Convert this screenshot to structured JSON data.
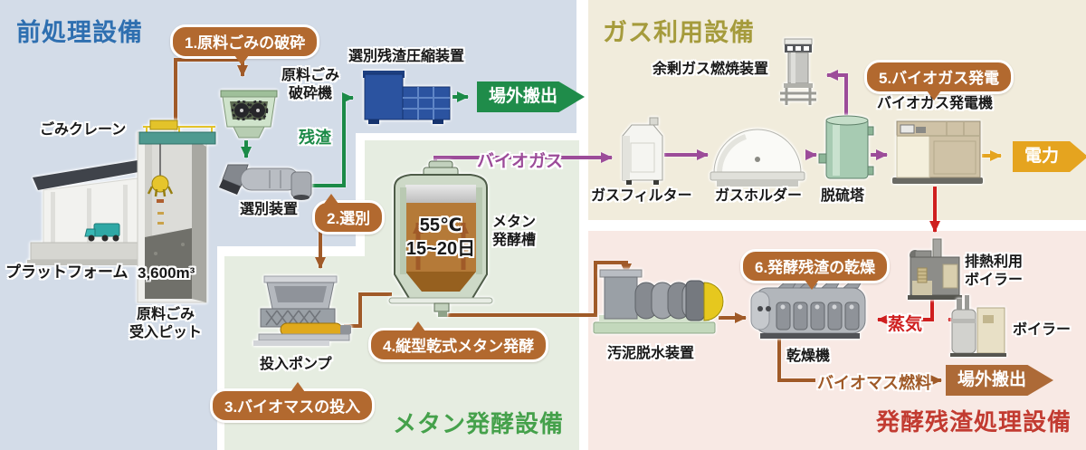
{
  "titles": {
    "pretreatment": "前処理設備",
    "gas_use": "ガス利用設備",
    "methane": "メタン発酵設備",
    "residue": "発酵残渣処理設備"
  },
  "steps": {
    "s1": "1.原料ごみの破砕",
    "s2": "2.選別",
    "s3": "3.バイオマスの投入",
    "s4": "4.縦型乾式メタン発酵",
    "s5": "5.バイオガス発電",
    "s6": "6.発酵残渣の乾燥"
  },
  "equipment": {
    "crane": "ごみクレーン",
    "platform": "プラットフォーム",
    "pit": "原料ごみ\n受入ピット",
    "pit_volume": "3,600m³",
    "crusher": "原料ごみ\n破砕機",
    "sorter": "選別装置",
    "compactor": "選別残渣圧縮装置",
    "feed_pump": "投入ポンプ",
    "digester": "メタン\n発酵槽",
    "digester_temp": "55℃",
    "digester_days": "15~20日",
    "gas_filter": "ガスフィルター",
    "gas_holder": "ガスホルダー",
    "desulfurizer": "脱硫塔",
    "surplus_burner": "余剰ガス燃焼装置",
    "generator": "バイオガス発電機",
    "heat_boiler": "排熱利用\nボイラー",
    "boiler": "ボイラー",
    "dewaterer": "汚泥脱水装置",
    "dryer": "乾燥機"
  },
  "flows": {
    "residue_label": "残渣",
    "biogas": "バイオガス",
    "steam": "蒸気",
    "biomass_fuel": "バイオマス燃料",
    "electricity": "電力",
    "carryout_top": "場外搬出",
    "carryout_bottom": "場外搬出"
  },
  "colors": {
    "panel_pretreatment": "#d3dce8",
    "panel_methane": "#e6ede1",
    "panel_gas": "#f1ecdc",
    "panel_residue": "#f8e9e4",
    "title_pretreatment": "#2e6fb0",
    "title_gas": "#a59b3c",
    "title_methane": "#45a14b",
    "title_residue": "#c23b31",
    "flow_material": "#a05a28",
    "flow_residue": "#1b8a47",
    "flow_biogas": "#9c4c99",
    "flow_steam": "#cf1f1f",
    "flow_power": "#e5a41f",
    "step_badge": "#b2692f"
  }
}
